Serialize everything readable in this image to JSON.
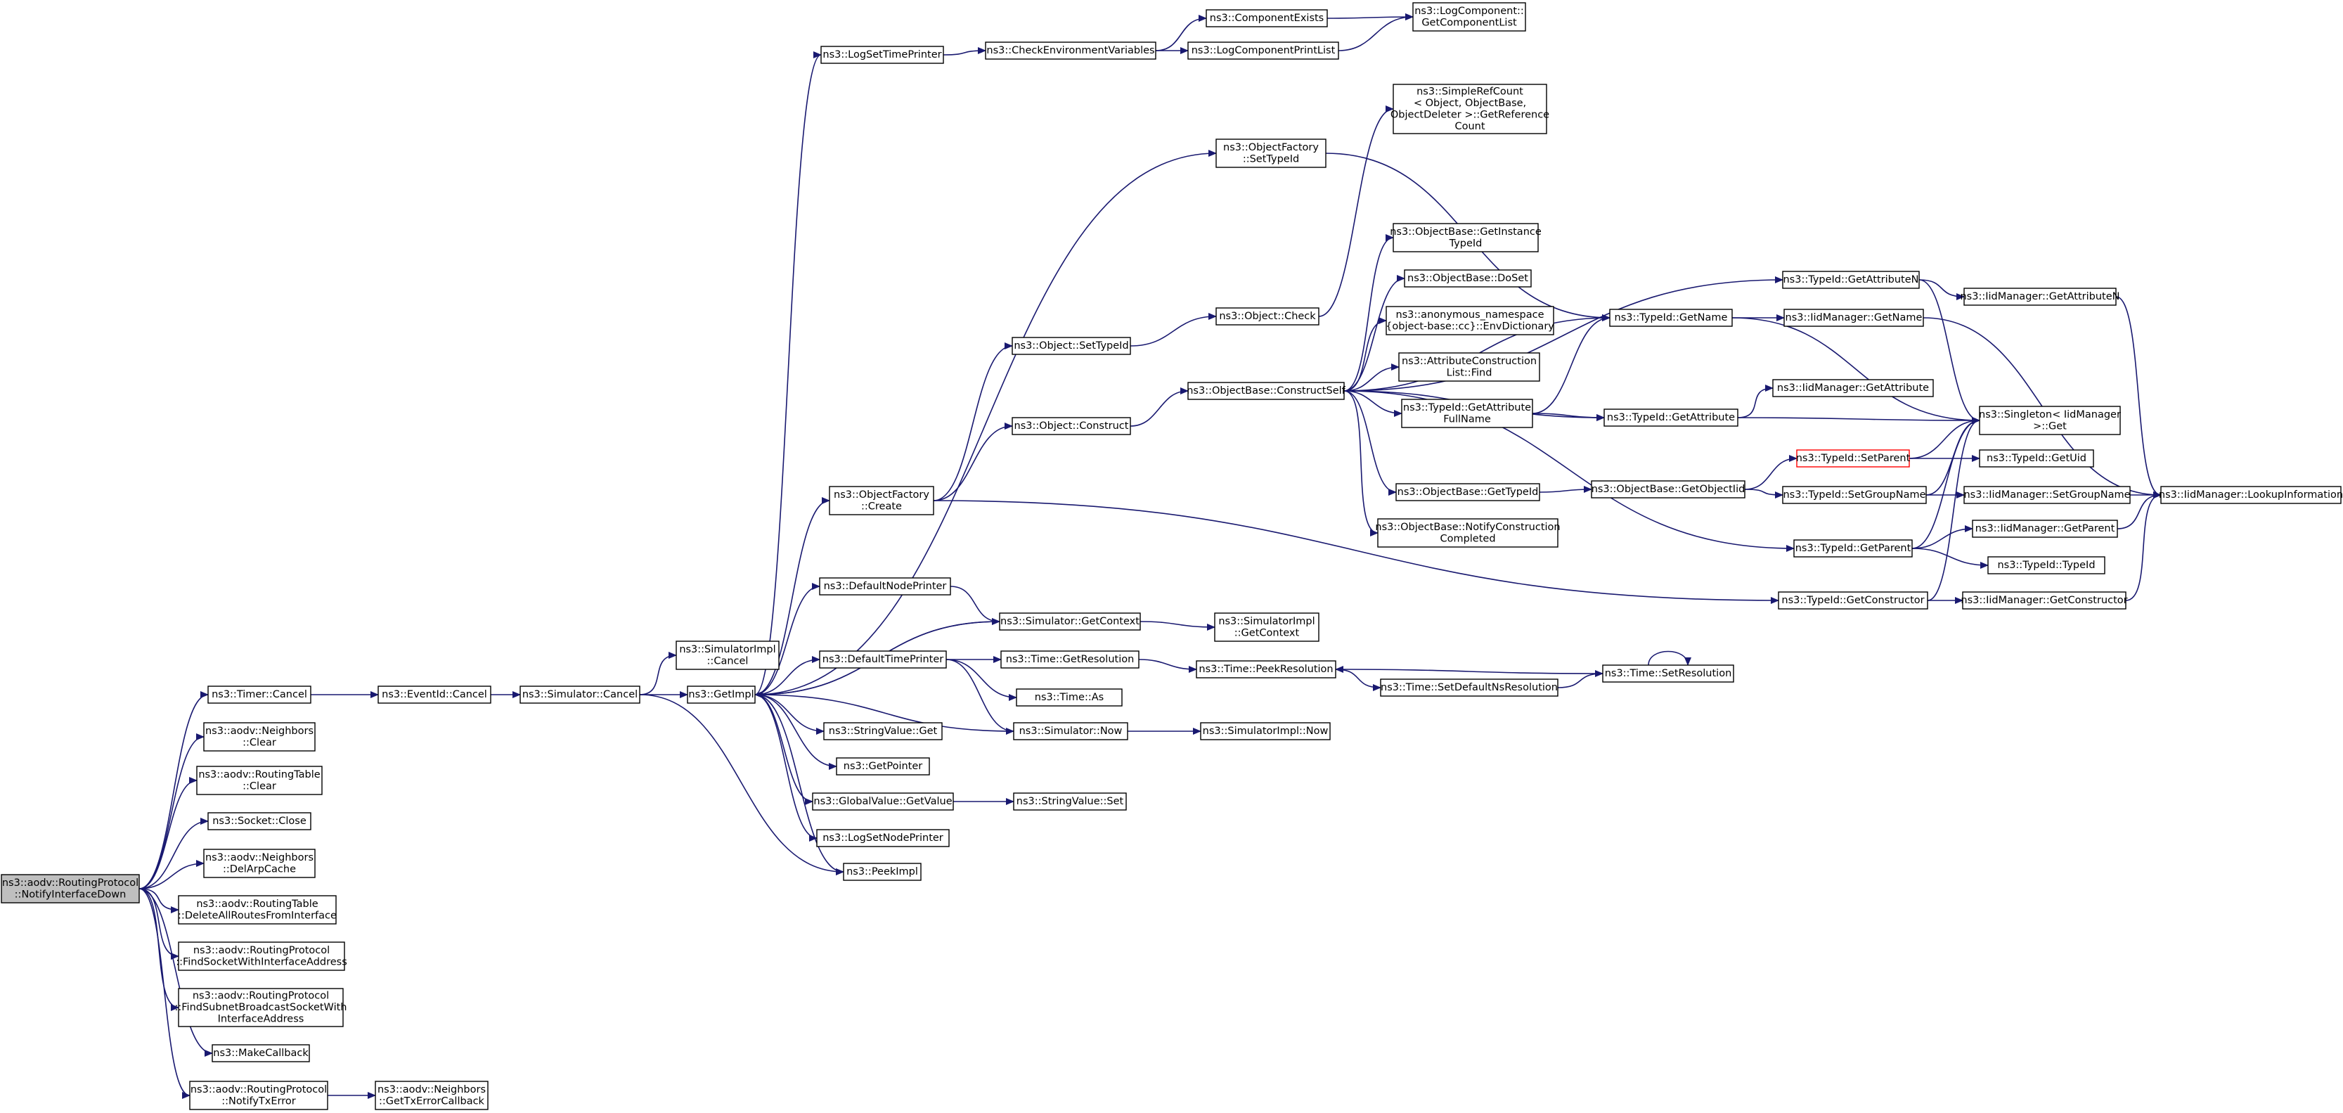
{
  "colors": {
    "edge": "#191970",
    "root_fill": "#bfbfbf",
    "node_border": "#000000",
    "highlight_border": "#ff0000"
  },
  "nodes": [
    {
      "id": "root",
      "lines": [
        "ns3::aodv::RoutingProtocol",
        "::NotifyInterfaceDown"
      ],
      "style": "root"
    },
    {
      "id": "timer_cancel",
      "lines": [
        "ns3::Timer::Cancel"
      ]
    },
    {
      "id": "nb_clear",
      "lines": [
        "ns3::aodv::Neighbors",
        "::Clear"
      ]
    },
    {
      "id": "rt_clear",
      "lines": [
        "ns3::aodv::RoutingTable",
        "::Clear"
      ]
    },
    {
      "id": "socket_close",
      "lines": [
        "ns3::Socket::Close"
      ]
    },
    {
      "id": "nb_delarp",
      "lines": [
        "ns3::aodv::Neighbors",
        "::DelArpCache"
      ]
    },
    {
      "id": "rt_delall",
      "lines": [
        "ns3::aodv::RoutingTable",
        "::DeleteAllRoutesFromInterface"
      ]
    },
    {
      "id": "rp_findsock",
      "lines": [
        "ns3::aodv::RoutingProtocol",
        "::FindSocketWithInterfaceAddress"
      ]
    },
    {
      "id": "rp_findsubnet",
      "lines": [
        "ns3::aodv::RoutingProtocol",
        "::FindSubnetBroadcastSocketWith",
        "InterfaceAddress"
      ]
    },
    {
      "id": "makecallback",
      "lines": [
        "ns3::MakeCallback"
      ]
    },
    {
      "id": "rp_notifytx",
      "lines": [
        "ns3::aodv::RoutingProtocol",
        "::NotifyTxError"
      ]
    },
    {
      "id": "nb_gettx",
      "lines": [
        "ns3::aodv::Neighbors",
        "::GetTxErrorCallback"
      ]
    },
    {
      "id": "eventid_cancel",
      "lines": [
        "ns3::EventId::Cancel"
      ]
    },
    {
      "id": "sim_cancel",
      "lines": [
        "ns3::Simulator::Cancel"
      ]
    },
    {
      "id": "simimpl_cancel",
      "lines": [
        "ns3::SimulatorImpl",
        "::Cancel"
      ]
    },
    {
      "id": "getimpl",
      "lines": [
        "ns3::GetImpl"
      ]
    },
    {
      "id": "peekimpl",
      "lines": [
        "ns3::PeekImpl"
      ]
    },
    {
      "id": "logsettimeprinter",
      "lines": [
        "ns3::LogSetTimePrinter"
      ]
    },
    {
      "id": "checkenv",
      "lines": [
        "ns3::CheckEnvironmentVariables"
      ]
    },
    {
      "id": "compexists",
      "lines": [
        "ns3::ComponentExists"
      ]
    },
    {
      "id": "logcompprintlist",
      "lines": [
        "ns3::LogComponentPrintList"
      ]
    },
    {
      "id": "getcomplist",
      "lines": [
        "ns3::LogComponent::",
        "GetComponentList"
      ]
    },
    {
      "id": "objfactory_settypeid",
      "lines": [
        "ns3::ObjectFactory",
        "::SetTypeId"
      ]
    },
    {
      "id": "objfactory_create",
      "lines": [
        "ns3::ObjectFactory",
        "::Create"
      ]
    },
    {
      "id": "object_settypeid",
      "lines": [
        "ns3::Object::SetTypeId"
      ]
    },
    {
      "id": "object_check",
      "lines": [
        "ns3::Object::Check"
      ]
    },
    {
      "id": "object_construct",
      "lines": [
        "ns3::Object::Construct"
      ]
    },
    {
      "id": "constructself",
      "lines": [
        "ns3::ObjectBase::ConstructSelf"
      ]
    },
    {
      "id": "simplerefcount",
      "lines": [
        "ns3::SimpleRefCount",
        "< Object, ObjectBase,",
        "ObjectDeleter >::GetReference",
        "Count"
      ]
    },
    {
      "id": "getinstancetypeid",
      "lines": [
        "ns3::ObjectBase::GetInstance",
        "TypeId"
      ]
    },
    {
      "id": "doset",
      "lines": [
        "ns3::ObjectBase::DoSet"
      ]
    },
    {
      "id": "envdictionary",
      "lines": [
        "ns3::anonymous_namespace",
        "{object-base::cc}::EnvDictionary"
      ]
    },
    {
      "id": "attrconstfind",
      "lines": [
        "ns3::AttributeConstruction",
        "List::Find"
      ]
    },
    {
      "id": "getattrfullname",
      "lines": [
        "ns3::TypeId::GetAttribute",
        "FullName"
      ]
    },
    {
      "id": "ob_gettypeid",
      "lines": [
        "ns3::ObjectBase::GetTypeId"
      ]
    },
    {
      "id": "notifyconstructioncompleted",
      "lines": [
        "ns3::ObjectBase::NotifyConstruction",
        "Completed"
      ]
    },
    {
      "id": "typeid_getname",
      "lines": [
        "ns3::TypeId::GetName"
      ]
    },
    {
      "id": "typeid_getattribute",
      "lines": [
        "ns3::TypeId::GetAttribute"
      ]
    },
    {
      "id": "getobjectiid",
      "lines": [
        "ns3::ObjectBase::GetObjectIid"
      ]
    },
    {
      "id": "typeid_getattributen",
      "lines": [
        "ns3::TypeId::GetAttributeN"
      ]
    },
    {
      "id": "iid_getname",
      "lines": [
        "ns3::IidManager::GetName"
      ]
    },
    {
      "id": "iid_getattribute",
      "lines": [
        "ns3::IidManager::GetAttribute"
      ]
    },
    {
      "id": "iid_getattributen",
      "lines": [
        "ns3::IidManager::GetAttributeN"
      ]
    },
    {
      "id": "singleton_get",
      "lines": [
        "ns3::Singleton< IidManager",
        ">::Get"
      ]
    },
    {
      "id": "typeid_setparent",
      "lines": [
        "ns3::TypeId::SetParent"
      ],
      "style": "red"
    },
    {
      "id": "typeid_getuid",
      "lines": [
        "ns3::TypeId::GetUid"
      ]
    },
    {
      "id": "typeid_setgroupname",
      "lines": [
        "ns3::TypeId::SetGroupName"
      ]
    },
    {
      "id": "iid_setgroupname",
      "lines": [
        "ns3::IidManager::SetGroupName"
      ]
    },
    {
      "id": "lookupinfo",
      "lines": [
        "ns3::IidManager::LookupInformation"
      ]
    },
    {
      "id": "typeid_getparent",
      "lines": [
        "ns3::TypeId::GetParent"
      ]
    },
    {
      "id": "iid_getparent",
      "lines": [
        "ns3::IidManager::GetParent"
      ]
    },
    {
      "id": "typeid_typeid",
      "lines": [
        "ns3::TypeId::TypeId"
      ]
    },
    {
      "id": "typeid_getconstructor",
      "lines": [
        "ns3::TypeId::GetConstructor"
      ]
    },
    {
      "id": "iid_getconstructor",
      "lines": [
        "ns3::IidManager::GetConstructor"
      ]
    },
    {
      "id": "defaultnodeprinter",
      "lines": [
        "ns3::DefaultNodePrinter"
      ]
    },
    {
      "id": "sim_getcontext",
      "lines": [
        "ns3::Simulator::GetContext"
      ]
    },
    {
      "id": "simimpl_getcontext",
      "lines": [
        "ns3::SimulatorImpl",
        "::GetContext"
      ]
    },
    {
      "id": "defaulttimeprinter",
      "lines": [
        "ns3::DefaultTimePrinter"
      ]
    },
    {
      "id": "time_getresolution",
      "lines": [
        "ns3::Time::GetResolution"
      ]
    },
    {
      "id": "time_peekresolution",
      "lines": [
        "ns3::Time::PeekResolution"
      ]
    },
    {
      "id": "time_setdefaultns",
      "lines": [
        "ns3::Time::SetDefaultNsResolution"
      ]
    },
    {
      "id": "time_setresolution",
      "lines": [
        "ns3::Time::SetResolution"
      ]
    },
    {
      "id": "time_as",
      "lines": [
        "ns3::Time::As"
      ]
    },
    {
      "id": "sim_now",
      "lines": [
        "ns3::Simulator::Now"
      ]
    },
    {
      "id": "simimpl_now",
      "lines": [
        "ns3::SimulatorImpl::Now"
      ]
    },
    {
      "id": "stringvalue_get",
      "lines": [
        "ns3::StringValue::Get"
      ]
    },
    {
      "id": "getpointer",
      "lines": [
        "ns3::GetPointer"
      ]
    },
    {
      "id": "globalvalue_getvalue",
      "lines": [
        "ns3::GlobalValue::GetValue"
      ]
    },
    {
      "id": "stringvalue_set",
      "lines": [
        "ns3::StringValue::Set"
      ]
    },
    {
      "id": "logsetnodeprinter",
      "lines": [
        "ns3::LogSetNodePrinter"
      ]
    }
  ],
  "edges": [
    [
      "root",
      "timer_cancel"
    ],
    [
      "root",
      "nb_clear"
    ],
    [
      "root",
      "rt_clear"
    ],
    [
      "root",
      "socket_close"
    ],
    [
      "root",
      "nb_delarp"
    ],
    [
      "root",
      "rt_delall"
    ],
    [
      "root",
      "rp_findsock"
    ],
    [
      "root",
      "rp_findsubnet"
    ],
    [
      "root",
      "makecallback"
    ],
    [
      "root",
      "rp_notifytx"
    ],
    [
      "rp_notifytx",
      "nb_gettx"
    ],
    [
      "timer_cancel",
      "eventid_cancel"
    ],
    [
      "eventid_cancel",
      "sim_cancel"
    ],
    [
      "sim_cancel",
      "simimpl_cancel"
    ],
    [
      "sim_cancel",
      "getimpl"
    ],
    [
      "sim_cancel",
      "peekimpl"
    ],
    [
      "getimpl",
      "logsettimeprinter"
    ],
    [
      "getimpl",
      "objfactory_settypeid"
    ],
    [
      "getimpl",
      "objfactory_create"
    ],
    [
      "getimpl",
      "defaultnodeprinter"
    ],
    [
      "getimpl",
      "sim_getcontext"
    ],
    [
      "getimpl",
      "defaulttimeprinter"
    ],
    [
      "getimpl",
      "stringvalue_get"
    ],
    [
      "getimpl",
      "getpointer"
    ],
    [
      "getimpl",
      "globalvalue_getvalue"
    ],
    [
      "getimpl",
      "logsetnodeprinter"
    ],
    [
      "getimpl",
      "peekimpl"
    ],
    [
      "logsettimeprinter",
      "checkenv"
    ],
    [
      "checkenv",
      "compexists"
    ],
    [
      "checkenv",
      "logcompprintlist"
    ],
    [
      "compexists",
      "getcomplist"
    ],
    [
      "logcompprintlist",
      "getcomplist"
    ],
    [
      "objfactory_settypeid",
      "typeid_getname"
    ],
    [
      "objfactory_create",
      "object_settypeid"
    ],
    [
      "objfactory_create",
      "object_construct"
    ],
    [
      "objfactory_create",
      "typeid_getconstructor"
    ],
    [
      "object_settypeid",
      "object_check"
    ],
    [
      "object_check",
      "simplerefcount"
    ],
    [
      "object_construct",
      "constructself"
    ],
    [
      "constructself",
      "getinstancetypeid"
    ],
    [
      "constructself",
      "doset"
    ],
    [
      "constructself",
      "envdictionary"
    ],
    [
      "constructself",
      "attrconstfind"
    ],
    [
      "constructself",
      "getattrfullname"
    ],
    [
      "constructself",
      "ob_gettypeid"
    ],
    [
      "constructself",
      "notifyconstructioncompleted"
    ],
    [
      "constructself",
      "typeid_getname"
    ],
    [
      "constructself",
      "typeid_getattribute"
    ],
    [
      "constructself",
      "typeid_getattributen"
    ],
    [
      "constructself",
      "typeid_getparent"
    ],
    [
      "getattrfullname",
      "typeid_getname"
    ],
    [
      "getattrfullname",
      "typeid_getattribute"
    ],
    [
      "ob_gettypeid",
      "getobjectiid"
    ],
    [
      "getobjectiid",
      "typeid_setparent"
    ],
    [
      "getobjectiid",
      "typeid_setgroupname"
    ],
    [
      "typeid_getname",
      "iid_getname"
    ],
    [
      "typeid_getname",
      "singleton_get"
    ],
    [
      "typeid_getattribute",
      "iid_getattribute"
    ],
    [
      "typeid_getattribute",
      "singleton_get"
    ],
    [
      "typeid_getattributen",
      "iid_getattributen"
    ],
    [
      "typeid_getattributen",
      "singleton_get"
    ],
    [
      "iid_getname",
      "lookupinfo"
    ],
    [
      "iid_getattributen",
      "lookupinfo"
    ],
    [
      "typeid_setparent",
      "singleton_get"
    ],
    [
      "typeid_setparent",
      "typeid_getuid"
    ],
    [
      "typeid_setgroupname",
      "iid_setgroupname"
    ],
    [
      "typeid_setgroupname",
      "singleton_get"
    ],
    [
      "iid_setgroupname",
      "lookupinfo"
    ],
    [
      "typeid_getparent",
      "iid_getparent"
    ],
    [
      "typeid_getparent",
      "typeid_typeid"
    ],
    [
      "typeid_getparent",
      "singleton_get"
    ],
    [
      "iid_getparent",
      "lookupinfo"
    ],
    [
      "typeid_getconstructor",
      "iid_getconstructor"
    ],
    [
      "typeid_getconstructor",
      "singleton_get"
    ],
    [
      "iid_getconstructor",
      "lookupinfo"
    ],
    [
      "defaultnodeprinter",
      "sim_getcontext"
    ],
    [
      "sim_getcontext",
      "simimpl_getcontext"
    ],
    [
      "sim_getcontext",
      "getimpl"
    ],
    [
      "defaulttimeprinter",
      "time_getresolution"
    ],
    [
      "defaulttimeprinter",
      "time_as"
    ],
    [
      "defaulttimeprinter",
      "sim_now"
    ],
    [
      "time_getresolution",
      "time_peekresolution"
    ],
    [
      "time_peekresolution",
      "time_setdefaultns"
    ],
    [
      "time_setdefaultns",
      "time_setresolution"
    ],
    [
      "time_setresolution",
      "time_peekresolution"
    ],
    [
      "time_setresolution",
      "time_setresolution"
    ],
    [
      "sim_now",
      "simimpl_now"
    ],
    [
      "sim_now",
      "getimpl"
    ],
    [
      "globalvalue_getvalue",
      "stringvalue_set"
    ]
  ]
}
